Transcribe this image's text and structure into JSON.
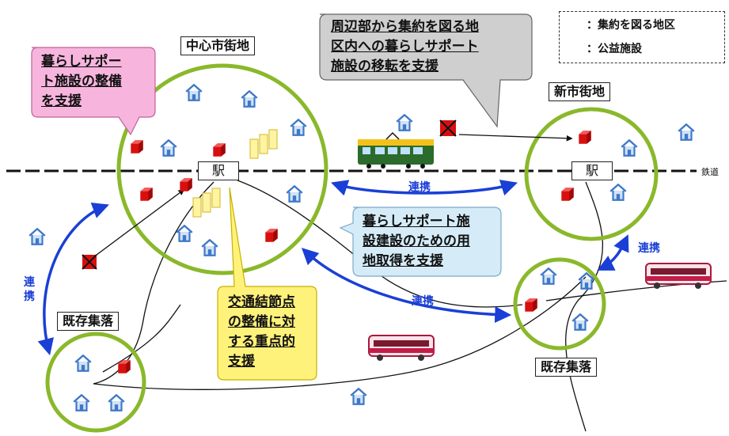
{
  "legend": {
    "district_label": "：集約を図る地区",
    "facility_label": "：公益施設"
  },
  "labels": {
    "central_city": "中心市街地",
    "new_city": "新市街地",
    "existing_village_left": "既存集落",
    "existing_village_right": "既存集落",
    "station_left": "駅",
    "station_right": "駅",
    "railway": "鉄道"
  },
  "callouts": {
    "relocation": [
      "周辺部から集約を図る地",
      "区内への暮らしサポート",
      "施設の移転を支援"
    ],
    "support_facilities": [
      "暮らしサポー",
      "ト施設の整備",
      "を支援"
    ],
    "land_acquisition": [
      "暮らしサポート施",
      "設建設のための用",
      "地取得を支援"
    ],
    "transport_hub": [
      "交通結節点",
      "の整備に対",
      "する重点的",
      "支援"
    ]
  },
  "links": {
    "top": "連携",
    "middle": "連携",
    "right": "連携",
    "left_vertical": "連携"
  },
  "colors": {
    "district_ring": "#8ab82b",
    "facility": "#e01818",
    "link_arrow": "#1a3fd6",
    "pink_callout": "#f8b7df",
    "blue_callout": "#d5ecf8",
    "yellow_callout": "#fff27a",
    "gray_callout": "#c8c8c8"
  }
}
